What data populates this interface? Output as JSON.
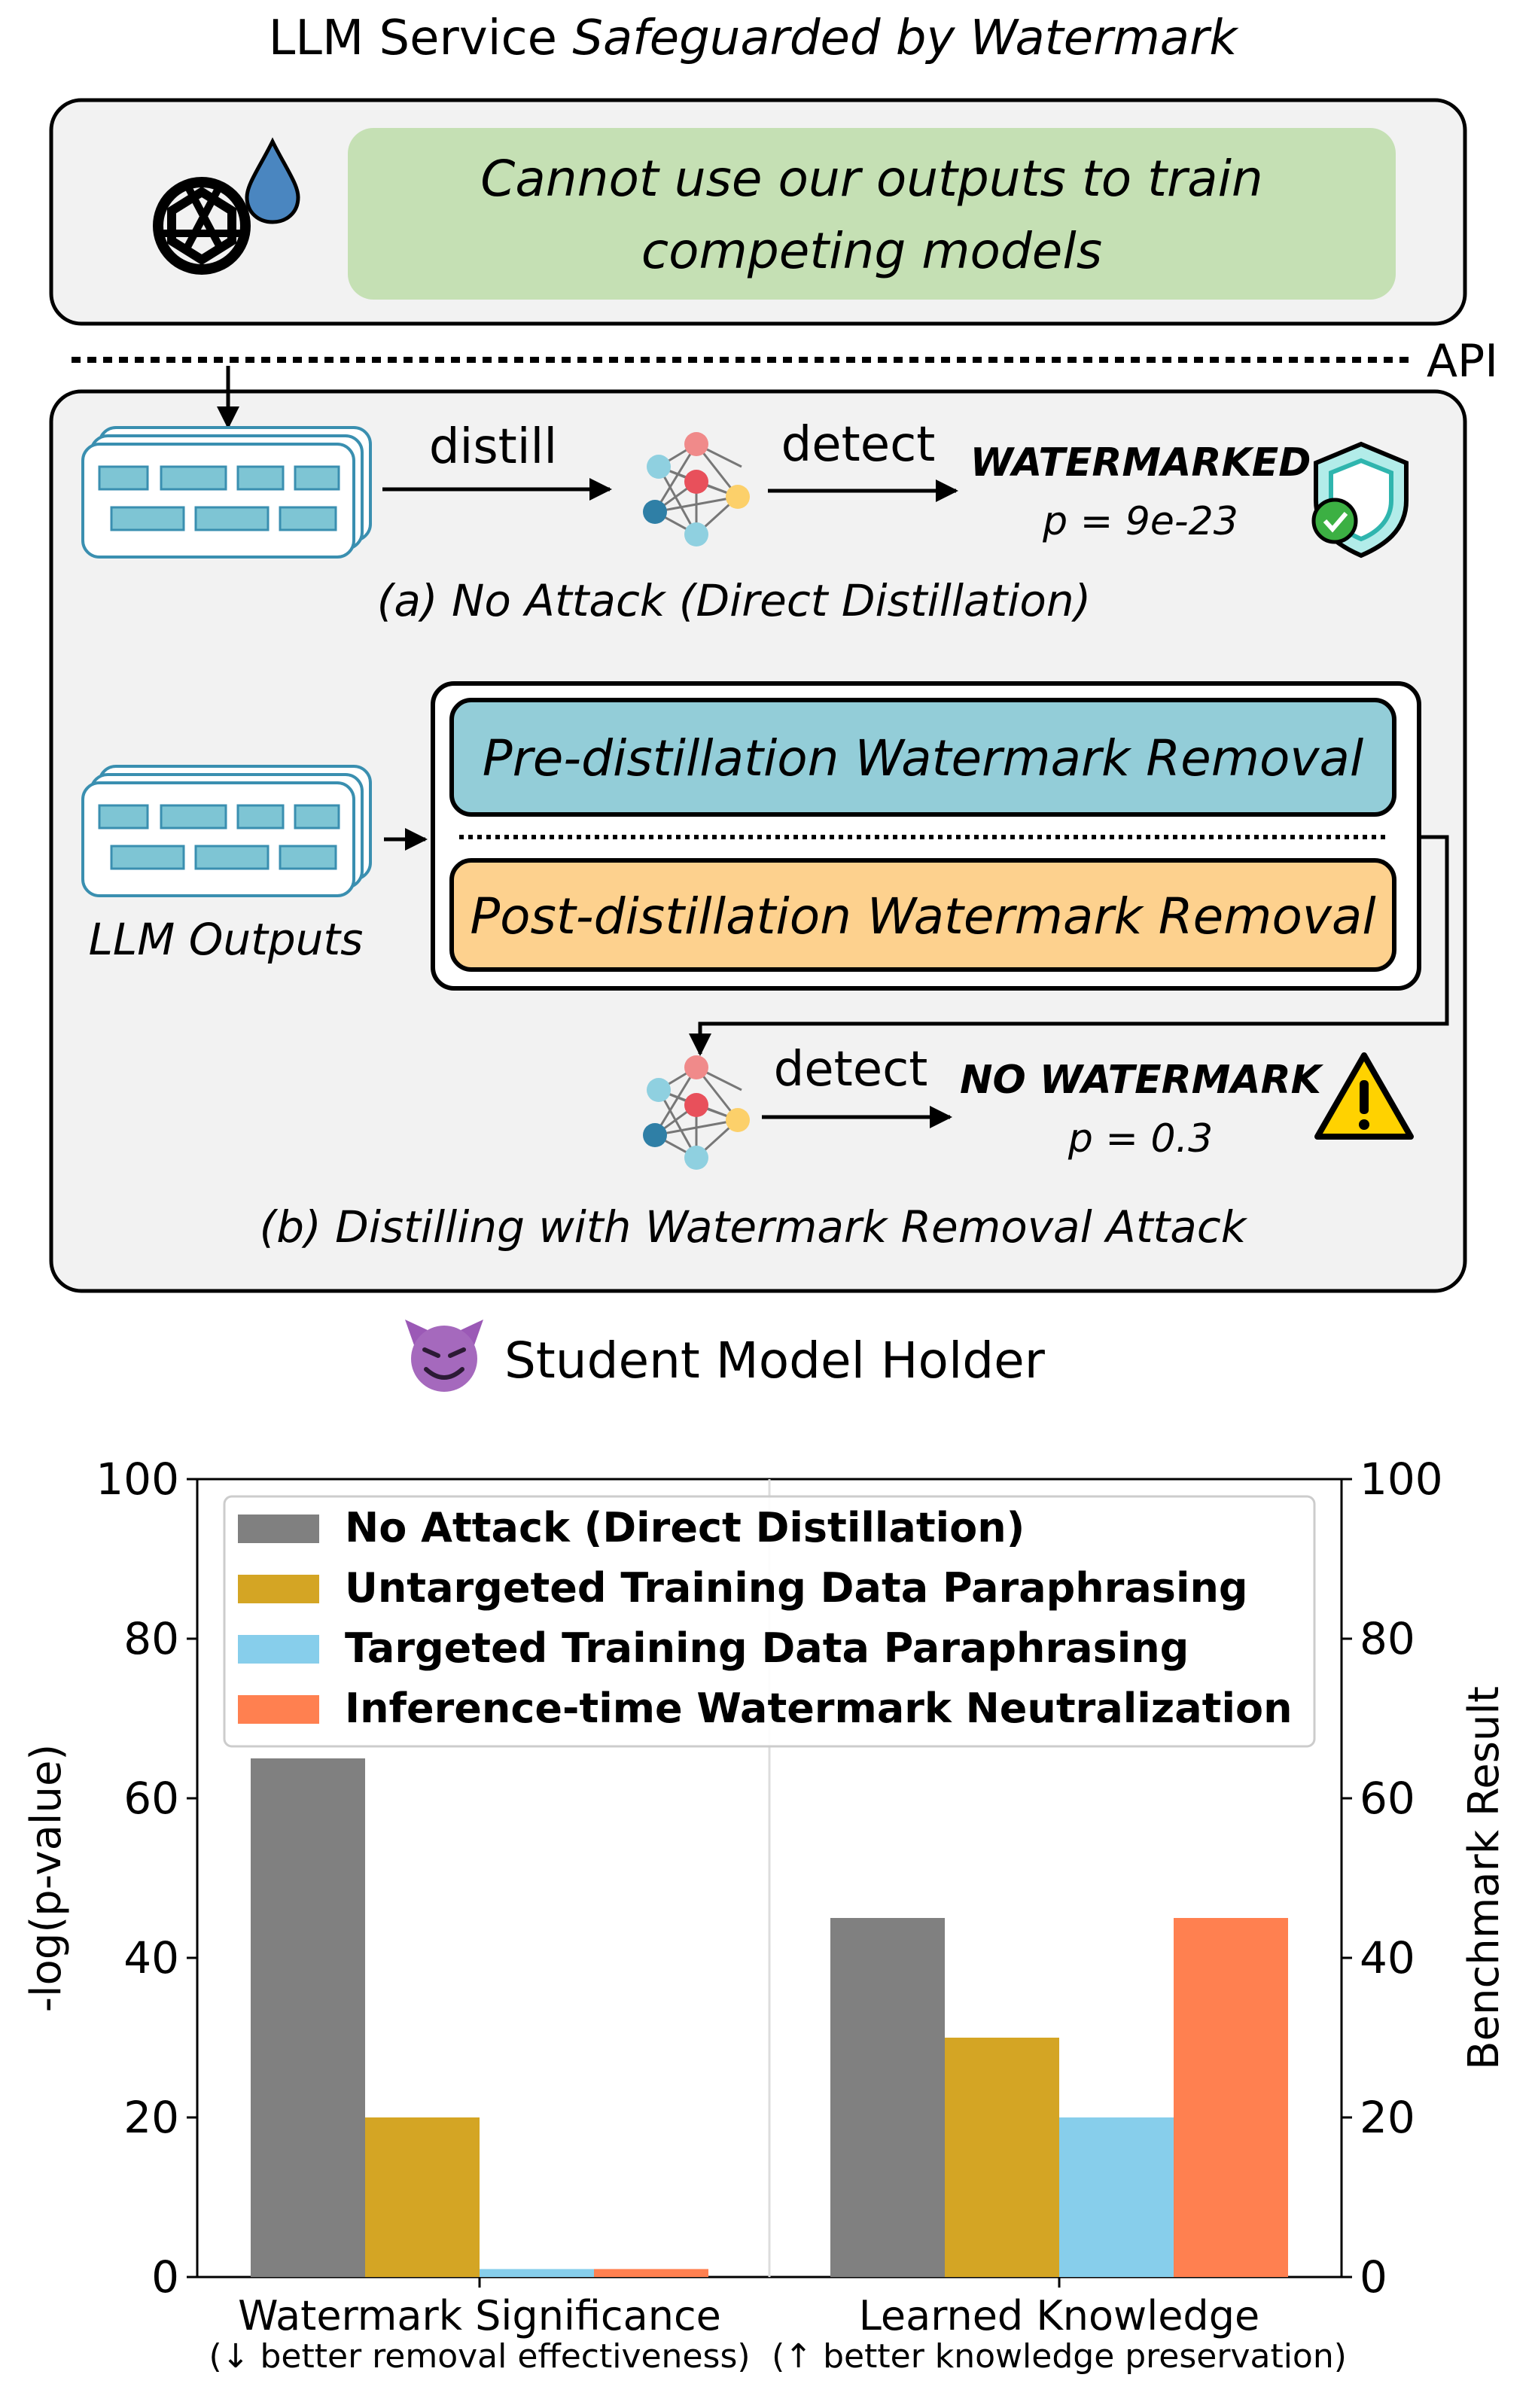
{
  "header": {
    "title_plain": "LLM Service ",
    "title_italic": "Safeguarded by Watermark"
  },
  "policy": {
    "line1": "Cannot use our outputs to train",
    "line2": "competing models"
  },
  "api_label": "API",
  "attack_a": {
    "distill_label": "distill",
    "detect_label": "detect",
    "result_label": "WATERMARKED",
    "p_value": "p = 9e-23",
    "caption": "(a) No Attack (Direct Distillation)"
  },
  "attack_b": {
    "pre_label": "Pre-distillation Watermark Removal",
    "post_label": "Post-distillation Watermark Removal",
    "outputs_label": "LLM Outputs",
    "detect_label": "detect",
    "result_label": "NO WATERMARK",
    "p_value": "p = 0.3",
    "caption": "(b) Distilling with Watermark Removal Attack"
  },
  "footer": {
    "holder_label": "Student Model Holder"
  },
  "colors": {
    "policy_fill": "#c5e0b4",
    "pre_fill": "#93cdd8",
    "post_fill": "#fdd18e",
    "panel_fill": "#f2f2f2",
    "doc_fill": "#7ec5d4",
    "doc_stroke": "#3a8fb0"
  },
  "icons": [
    "chatgpt-logo-icon",
    "water-drop-icon",
    "document-stack-icon",
    "neural-network-icon",
    "shield-check-icon",
    "warning-icon",
    "devil-face-icon"
  ],
  "chart_data": {
    "type": "bar",
    "categories": [
      "Watermark Significance",
      "Learned Knowledge"
    ],
    "category_sublabels": [
      "(↓ better removal effectiveness)",
      "(↑ better knowledge preservation)"
    ],
    "series": [
      {
        "name": "No Attack (Direct Distillation)",
        "color": "#808080",
        "values": [
          65,
          45
        ]
      },
      {
        "name": "Untargeted Training Data Paraphrasing",
        "color": "#d4a524",
        "values": [
          20,
          30
        ]
      },
      {
        "name": "Targeted Training Data Paraphrasing",
        "color": "#87ceeb",
        "values": [
          1,
          20
        ]
      },
      {
        "name": "Inference-time Watermark Neutralization",
        "color": "#ff8050",
        "values": [
          1,
          45
        ]
      }
    ],
    "ylabel": "-log(p-value)",
    "y2label": "Benchmark Result",
    "ylim": [
      0,
      100
    ],
    "yticks": [
      "0",
      "20",
      "40",
      "60",
      "80",
      "100"
    ],
    "legend": "top",
    "grid": false
  }
}
